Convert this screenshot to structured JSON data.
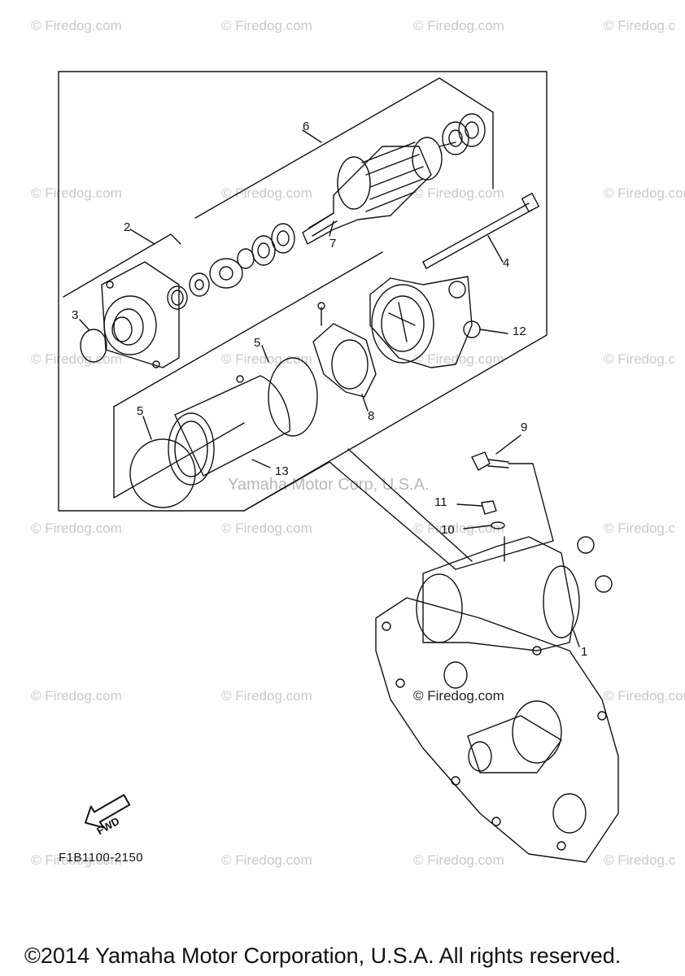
{
  "watermarks": [
    "© Firedog.com",
    "© Firedog.com",
    "© Firedog.com",
    "© Firedog.c",
    "© Firedog.com",
    "© Firedog.com",
    "© Firedog.com",
    "© Firedog.com",
    "© Firedog.com",
    "© Firedog.com",
    "© Firedog.com",
    "© Firedog.c",
    "© Firedog.com",
    "© Firedog.com",
    "© Firedog.com",
    "© Firedog.c",
    "© Firedog.com",
    "© Firedog.com",
    "© Firedog.com",
    "© Firedog.c",
    "© Firedog.com",
    "© Firedog.com",
    "© Firedog.com",
    "© Firedog.c"
  ],
  "center_watermark": "Yamaha Motor Corp, U.S.A.",
  "inline_watermark": "© Firedog.com",
  "callouts": [
    "1",
    "2",
    "3",
    "4",
    "5",
    "5",
    "6",
    "7",
    "8",
    "9",
    "10",
    "11",
    "12",
    "13"
  ],
  "fwd_label": "FWD",
  "diagram_code": "F1B1100-2150",
  "footer": "©2014 Yamaha Motor Corporation, U.S.A. All rights reserved."
}
